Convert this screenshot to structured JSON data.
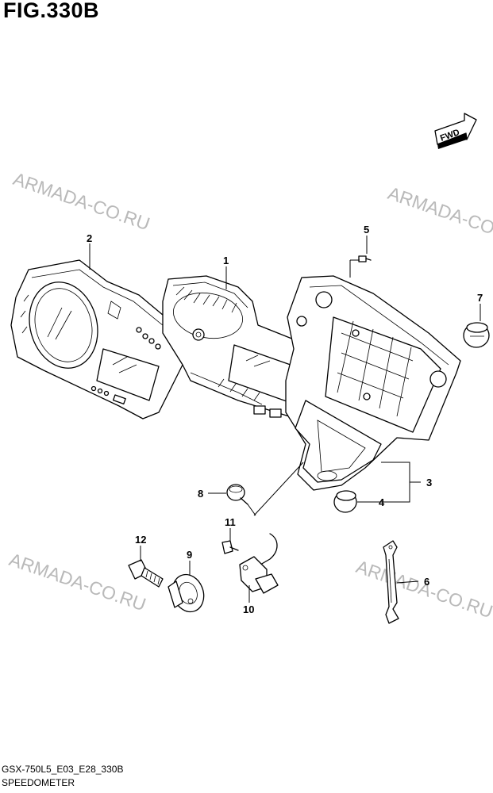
{
  "figure": {
    "title": "FIG.330B",
    "code": "GSX-750L5_E03_E28_330B",
    "name": "SPEEDOMETER"
  },
  "direction": {
    "label": "FWD"
  },
  "watermark": {
    "text": "ARMADA-CO.RU"
  },
  "callouts": {
    "c1": "1",
    "c2": "2",
    "c3": "3",
    "c4": "4",
    "c5": "5",
    "c6": "6",
    "c7": "7",
    "c8": "8",
    "c9": "9",
    "c10": "10",
    "c11": "11",
    "c12": "12"
  }
}
